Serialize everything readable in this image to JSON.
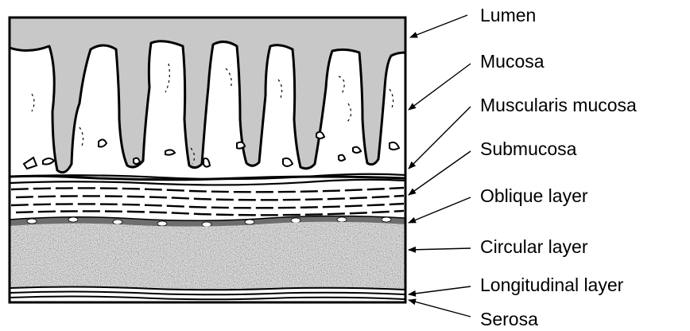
{
  "labels": {
    "lumen": "Lumen",
    "mucosa": "Mucosa",
    "muscularis_mucosa": "Muscularis mucosa",
    "submucosa": "Submucosa",
    "oblique_layer": "Oblique layer",
    "circular_layer": "Circular layer",
    "longitudinal_layer": "Longitudinal layer",
    "serosa": "Serosa"
  },
  "colors": {
    "lumen": "#c8c8c8",
    "circular_layer_base": "#a6a6a6",
    "muscularis_band": "#6e6e6e",
    "outline": "#000000"
  }
}
